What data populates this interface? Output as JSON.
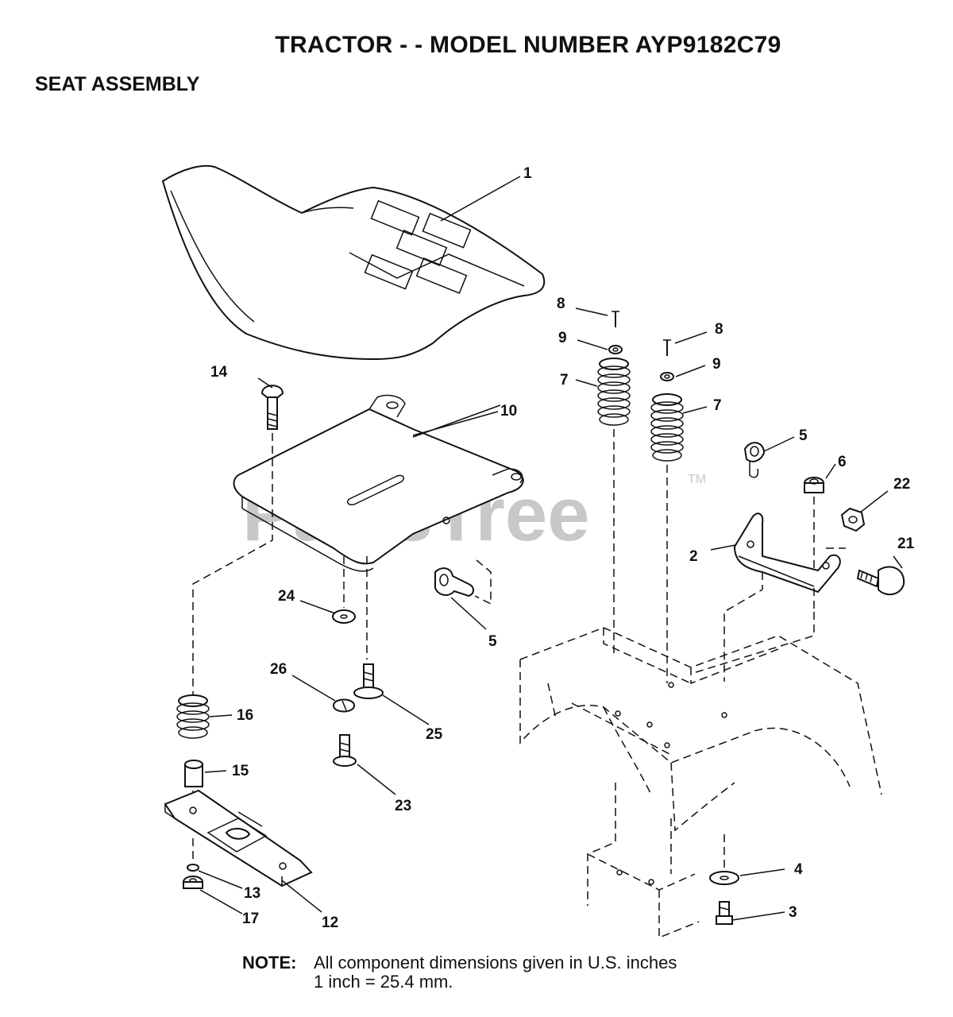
{
  "header": {
    "title": "TRACTOR - - MODEL NUMBER AYP9182C79",
    "section": "SEAT ASSEMBLY"
  },
  "watermark": {
    "text": "PartsTree",
    "tm": "TM"
  },
  "callouts": {
    "c1": "1",
    "c2": "2",
    "c3": "3",
    "c4": "4",
    "c5a": "5",
    "c5b": "5",
    "c6": "6",
    "c7a": "7",
    "c7b": "7",
    "c8a": "8",
    "c8b": "8",
    "c9a": "9",
    "c9b": "9",
    "c10": "10",
    "c12": "12",
    "c13": "13",
    "c14": "14",
    "c15": "15",
    "c16": "16",
    "c17": "17",
    "c21": "21",
    "c22": "22",
    "c23": "23",
    "c24": "24",
    "c25": "25",
    "c26": "26"
  },
  "note": {
    "label": "NOTE:",
    "line1": "All component dimensions given in U.S. inches",
    "line2": "1 inch = 25.4 mm."
  }
}
